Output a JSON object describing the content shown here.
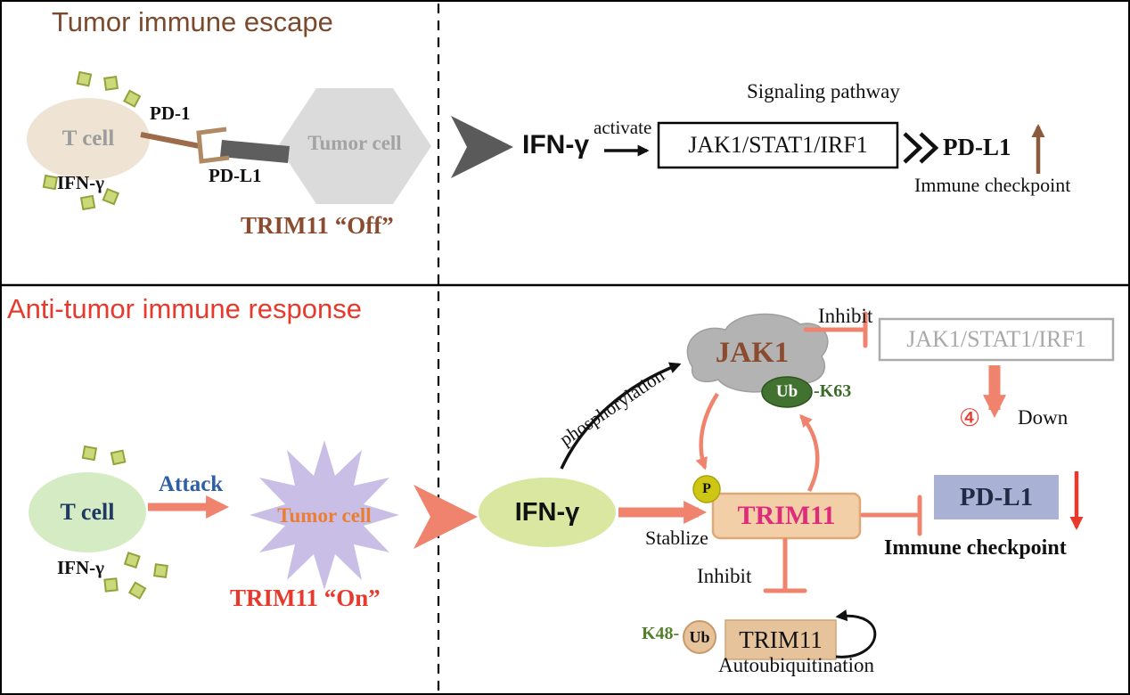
{
  "colors": {
    "brown_title": "#7B4A2D",
    "brown_text": "#8A4B2F",
    "red": "#E8392C",
    "salmon": "#F0836E",
    "attack_blue": "#2E5FA3",
    "trim_pink": "#DE2C7B",
    "tumor_orange": "#ED7D31",
    "ub_green": "#41722F",
    "k48_green": "#55802B",
    "trim_box_tan": "#F2CFA6",
    "pdl1_periwinkle": "#A9B2D4",
    "pathway_gray": "#A9A9A9"
  },
  "top": {
    "title": "Tumor immune escape",
    "t_cell": "T cell",
    "ifn_gamma": "IFN-γ",
    "pd1": "PD-1",
    "pdl1": "PD-L1",
    "tumor_cell": "Tumor cell",
    "trim11_state": "TRIM11 “Off”",
    "ifn_gamma_big": "IFN-γ",
    "activate": "activate",
    "signaling_pathway": "Signaling pathway",
    "pathway_box": "JAK1/STAT1/IRF1",
    "pdl1_result": "PD-L1",
    "immune_checkpoint": "Immune checkpoint"
  },
  "bottom": {
    "title": "Anti-tumor immune response",
    "t_cell": "T cell",
    "ifn_gamma": "IFN-γ",
    "attack": "Attack",
    "tumor_cell": "Tumor cell",
    "trim11_state": "TRIM11 “On”",
    "ifn_gamma_big": "IFN-γ",
    "phosphorylation": "phosphorylation",
    "jak1": "JAK1",
    "ub_k63": "Ub",
    "k63": "-K63",
    "p": "P",
    "trim11": "TRIM11",
    "stablize": "Stablize",
    "inhibit_pathway": "Inhibit",
    "pathway_box": "JAK1/STAT1/IRF1",
    "step4": "④",
    "down": "Down",
    "pdl1": "PD-L1",
    "immune_checkpoint": "Immune checkpoint",
    "inhibit_self": "Inhibit",
    "k48": "K48-",
    "ub_k48": "Ub",
    "trim11_auto": "TRIM11",
    "autoubiquitination": "Autoubiquitination"
  }
}
